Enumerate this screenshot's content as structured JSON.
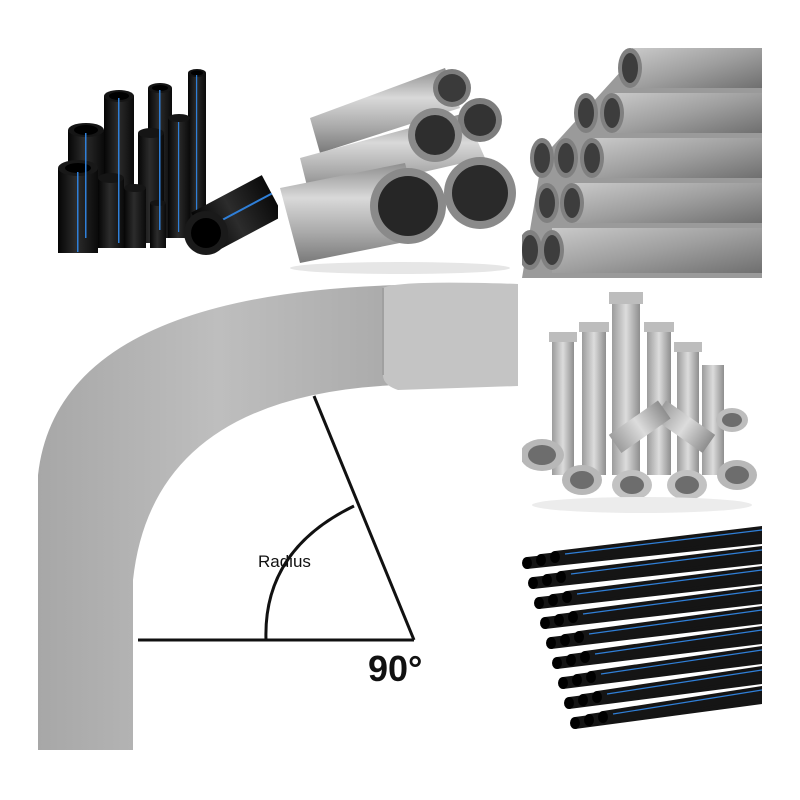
{
  "collage": {
    "panels": [
      "black-hdpe-pipes-with-blue-stripes",
      "stacked-grey-pvc-pipes",
      "pile-of-grey-pvc-pipes",
      "grey-pvc-90-degree-bend",
      "grey-pvc-pipes-and-fittings",
      "long-black-pipes-with-blue-stripes"
    ]
  },
  "bend_diagram": {
    "radius_label": "Radius",
    "angle_label": "90°"
  },
  "colors": {
    "background": "#ffffff",
    "pvc_grey": "#b5b5b5",
    "hdpe_black": "#1a1a1a",
    "hdpe_stripe": "#2f7fd8",
    "diagram_line": "#111111"
  }
}
